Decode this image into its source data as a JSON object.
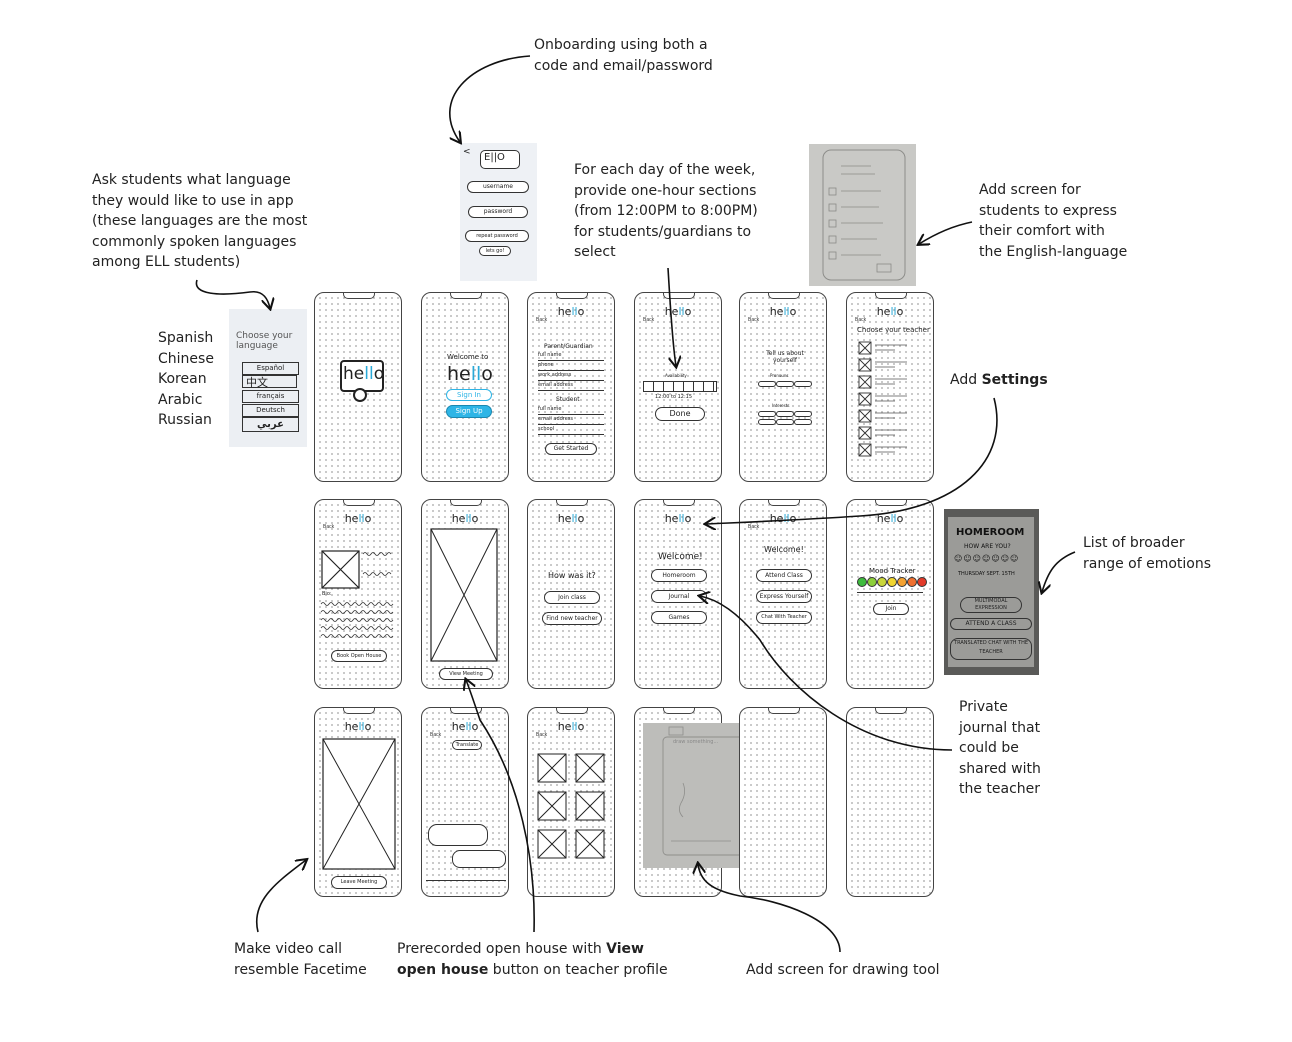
{
  "annotations": {
    "onboarding": "Onboarding using both a\ncode and email/password",
    "language_ask": "Ask students what language\nthey would like to use in app\n(these languages are the most\ncommonly spoken languages\namong ELL students)",
    "languages_list": "Spanish\nChinese\nKorean\nArabic\nRussian",
    "availability": "For each day of the week,\nprovide one-hour sections\n(from 12:00PM to 8:00PM)\nfor students/guardians to\nselect",
    "english_comfort": "Add screen for\nstudents to express\ntheir comfort with\nthe English-language",
    "settings_prefix": "Add ",
    "settings_bold": "Settings",
    "emotions": "List of broader\nrange of emotions",
    "journal": "Private\njournal that\ncould be\nshared with\nthe teacher",
    "video_call": "Make video call\nresemble Facetime",
    "open_house_1": "Prerecorded open house with ",
    "open_house_bold_1": "View",
    "open_house_bold_2": "open house",
    "open_house_2": " button on teacher profile",
    "drawing_tool": "Add screen for drawing tool"
  },
  "photo_sketches": {
    "onboarding_card": {
      "logo": "E||O",
      "fields": [
        "username",
        "password",
        "repeat password"
      ],
      "button": "lets go!"
    },
    "language_card": {
      "title": "Choose your language",
      "options": [
        "Español",
        "中文",
        "français",
        "Deutsch",
        "عربي"
      ]
    },
    "emotions_card": {
      "title": "HOMEROOM",
      "subtitle": "HOW ARE YOU?",
      "date": "THURSDAY SEPT. 15TH",
      "buttons": [
        "MULTIMODAL EXPRESSION",
        "ATTEND A CLASS",
        "TRANSLATED CHAT WITH THE TEACHER"
      ]
    }
  },
  "wireframes": {
    "logo_he": "he",
    "logo_ll": "ll",
    "logo_o": "o",
    "back": "Back",
    "splash": "hello",
    "welcome_to": "Welcome to",
    "sign_in": "Sign In",
    "sign_up": "Sign Up",
    "parent_guardian": "Parent/Guardian",
    "full_name": "full name",
    "phone": "phone",
    "work_address": "work address",
    "email_address": "email address",
    "student": "Student",
    "school": "school",
    "get_started": "Get Started",
    "availability": "Availability",
    "time_range": "12:00 to 12:15",
    "done": "Done",
    "tell_us": "Tell us about yourself",
    "pronouns": "Pronouns",
    "interests": "Interests",
    "choose_teacher": "Choose your teacher",
    "bio": "Bio:",
    "book_open_house": "Book Open House",
    "view_meeting": "View Meeting",
    "how_was_it": "How was it?",
    "join_class": "Join class",
    "find_new_teacher": "Find new teacher",
    "welcome": "Welcome!",
    "homeroom": "Homeroom",
    "journal": "Journal",
    "games": "Games",
    "attend_class": "Attend Class",
    "express_yourself": "Express Yourself",
    "chat_with_teacher": "Chat With Teacher",
    "mood_tracker": "Mood Tracker",
    "join": "Join",
    "leave_meeting": "Leave Meeting",
    "translate": "Translate",
    "drawing": "draw something..."
  },
  "colors": {
    "accent_blue": "#2eb5e6",
    "mood": [
      "#3dbb3d",
      "#8ccf3a",
      "#c9d63a",
      "#f0d530",
      "#f4a232",
      "#ef7030",
      "#e23a2a"
    ]
  }
}
